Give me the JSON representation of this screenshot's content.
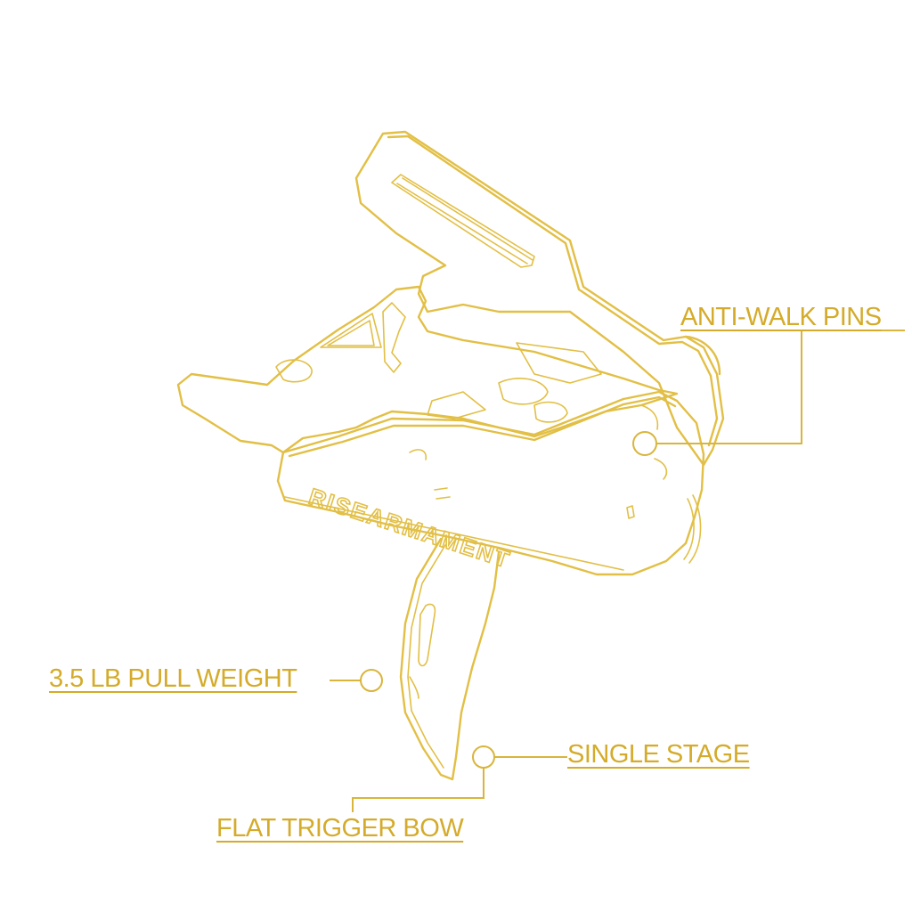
{
  "brand": {
    "engraving": "RISEARMAMENT",
    "accent_color": "#e2bf45",
    "text_color": "#d4ab2a"
  },
  "callouts": [
    {
      "id": "anti-walk",
      "label": "ANTI-WALK PINS"
    },
    {
      "id": "pull-weight",
      "label": "3.5 LB PULL WEIGHT"
    },
    {
      "id": "single-stage",
      "label": "SINGLE STAGE"
    },
    {
      "id": "flat-bow",
      "label": "FLAT TRIGGER BOW"
    }
  ]
}
